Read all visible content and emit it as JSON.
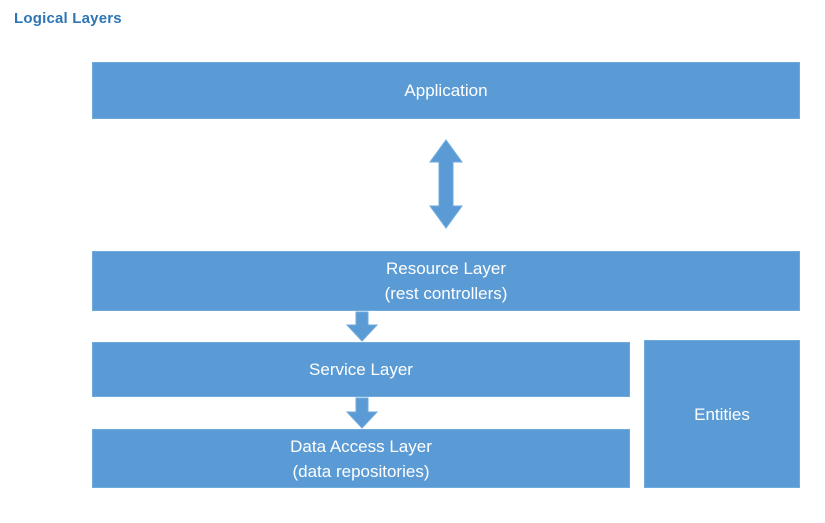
{
  "diagram": {
    "title": "Logical Layers",
    "title_color": "#2E75B6",
    "box_fill": "#5B9BD5",
    "box_text_color": "#FFFFFF",
    "background": "#FFFFFF",
    "boxes": [
      {
        "id": "application",
        "lines": [
          "Application"
        ]
      },
      {
        "id": "resource",
        "lines": [
          "Resource Layer",
          "(rest controllers)"
        ]
      },
      {
        "id": "service",
        "lines": [
          "Service Layer"
        ]
      },
      {
        "id": "data-access",
        "lines": [
          "Data Access Layer",
          "(data repositories)"
        ]
      },
      {
        "id": "entities",
        "lines": [
          "Entities"
        ]
      }
    ],
    "connectors": [
      {
        "id": "application-resource",
        "type": "double-arrow-vertical",
        "from": "Application",
        "to": "Resource Layer"
      },
      {
        "id": "resource-service",
        "type": "arrow-down",
        "from": "Resource Layer",
        "to": "Service Layer"
      },
      {
        "id": "service-data-access",
        "type": "arrow-down",
        "from": "Service Layer",
        "to": "Data Access Layer"
      }
    ]
  }
}
